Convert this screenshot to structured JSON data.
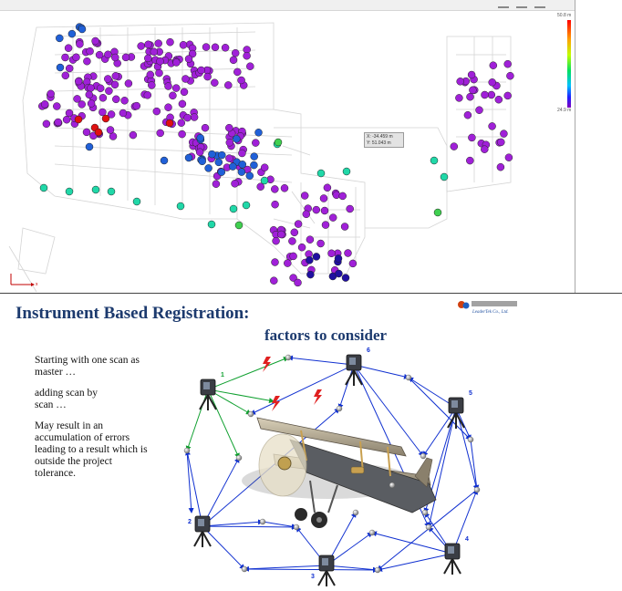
{
  "viewer": {
    "legend": {
      "max_label": "50.8 m",
      "min_label": "24.9 m"
    },
    "coordinate_readout": {
      "x_label": "X: -34.459 m",
      "y_label": "Y: 51.043 m"
    },
    "axis_indicator": "x",
    "point_colors": {
      "purple": "#a020d8",
      "blue": "#2060d8",
      "teal": "#20d8a8",
      "green": "#40d050",
      "red": "#e01010",
      "navy": "#2010a0"
    }
  },
  "slide": {
    "title": "Instrument Based Registration:",
    "subtitle": "factors to consider",
    "company_logo_text": "LeaderTek Co., Ltd.",
    "text_1_line_1": "Starting with one scan as",
    "text_1_line_2": "master …",
    "text_2_line_1": "adding scan by",
    "text_2_line_2": "scan …",
    "text_3_line_1": "May result in an",
    "text_3_line_2": "accumulation of errors",
    "text_3_line_3": "leading to a result which is",
    "text_3_line_4": "outside the project",
    "text_3_line_5": "tolerance.",
    "scanner_labels": [
      "1",
      "2",
      "3",
      "4",
      "5",
      "6"
    ],
    "colors": {
      "title": "#1c3a6e",
      "arrow_blue": "#1030d0",
      "arrow_green": "#10a030",
      "warning_red": "#e02020"
    }
  }
}
